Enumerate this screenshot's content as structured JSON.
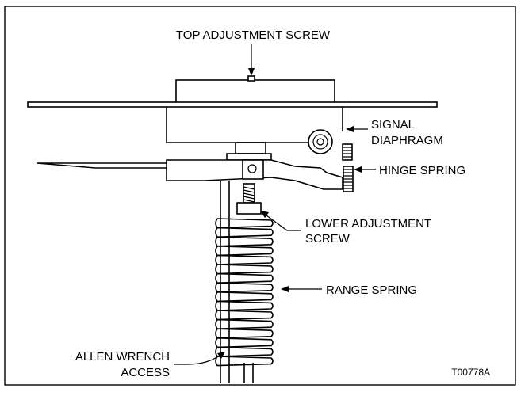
{
  "labels": {
    "top_adjustment_screw": "TOP ADJUSTMENT SCREW",
    "signal_diaphragm_line1": "SIGNAL",
    "signal_diaphragm_line2": "DIAPHRAGM",
    "hinge_spring": "HINGE SPRING",
    "lower_adjustment_screw_line1": "LOWER ADJUSTMENT",
    "lower_adjustment_screw_line2": "SCREW",
    "range_spring": "RANGE SPRING",
    "allen_wrench_access_line1": "ALLEN WRENCH",
    "allen_wrench_access_line2": "ACCESS",
    "figure_id": "T00778A"
  }
}
